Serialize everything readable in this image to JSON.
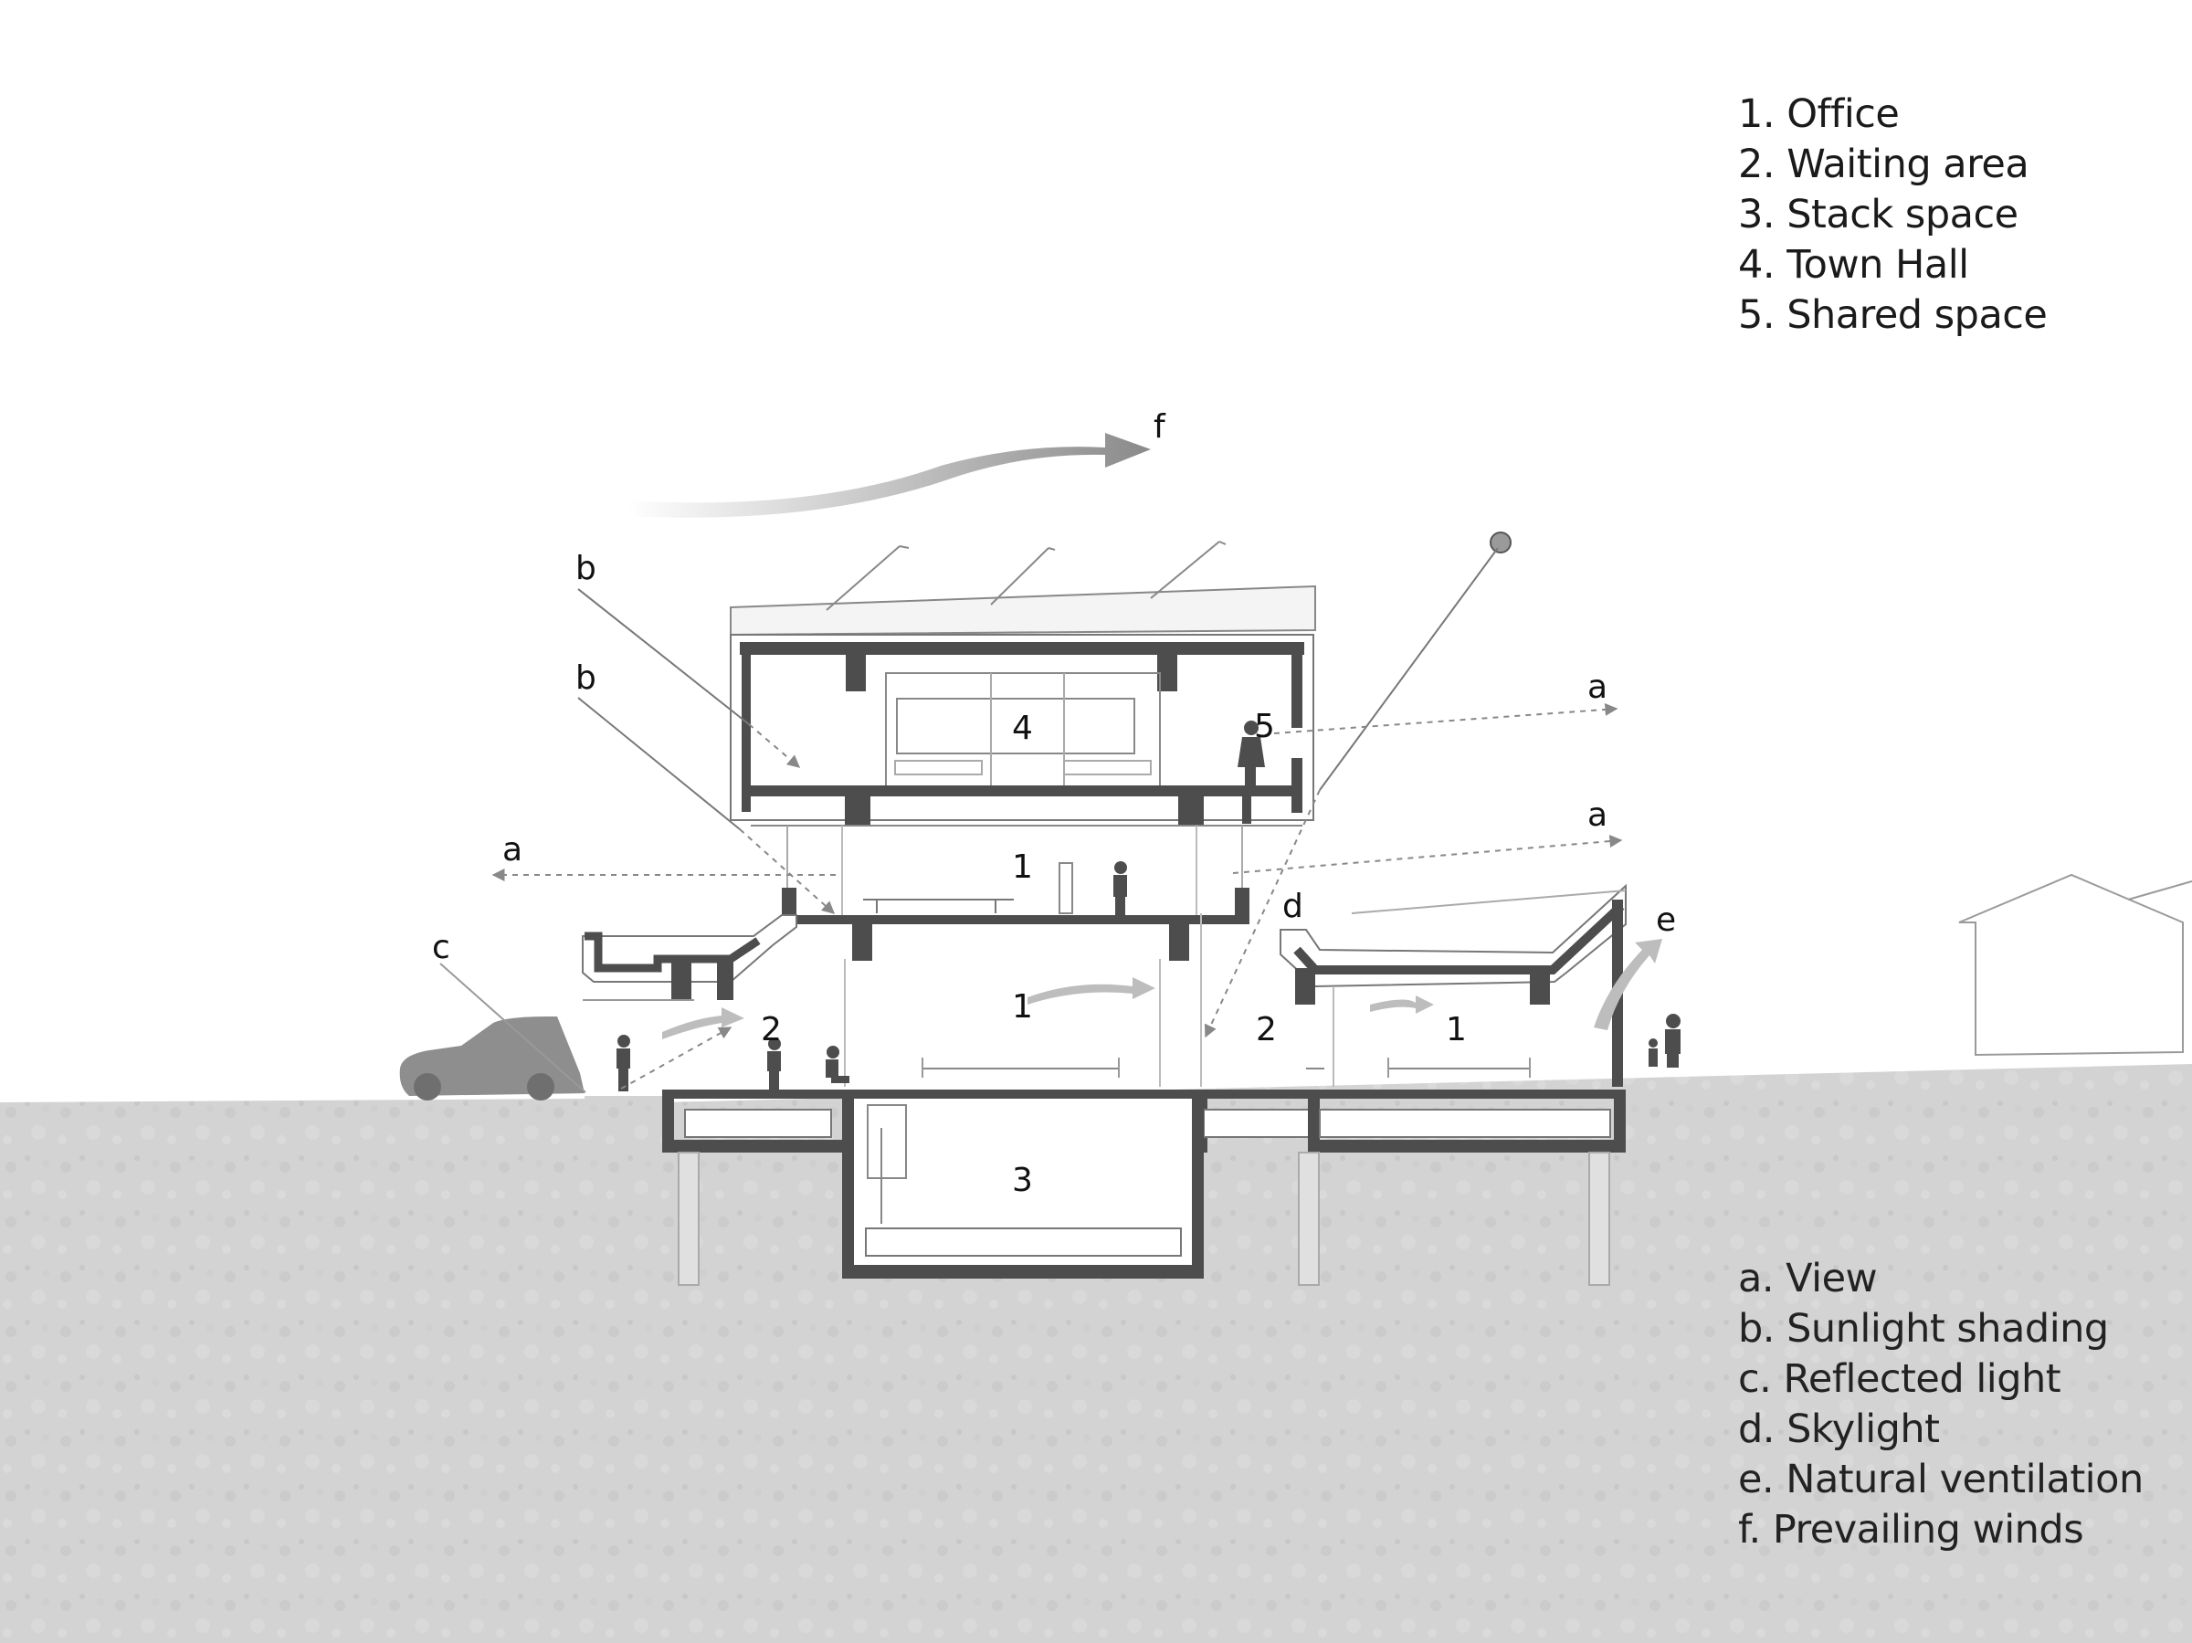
{
  "legend_spaces": [
    "1. Office",
    "2. Waiting area",
    "3. Stack space",
    "4. Town Hall",
    "5. Shared space"
  ],
  "legend_strategies": [
    "a. View",
    "b. Sunlight shading",
    "c. Reflected light",
    "d. Skylight",
    "e. Natural ventilation",
    "f. Prevailing winds"
  ],
  "strategy_labels": {
    "a": "a",
    "b": "b",
    "c": "c",
    "d": "d",
    "e": "e",
    "f": "f"
  },
  "space_labels": {
    "office": "1",
    "waiting": "2",
    "stack": "3",
    "townhall": "4",
    "shared": "5"
  },
  "colors": {
    "ground": "#d2d2d2",
    "structure": "#4d4d4d",
    "line": "#555555",
    "arrow": "#888888"
  }
}
